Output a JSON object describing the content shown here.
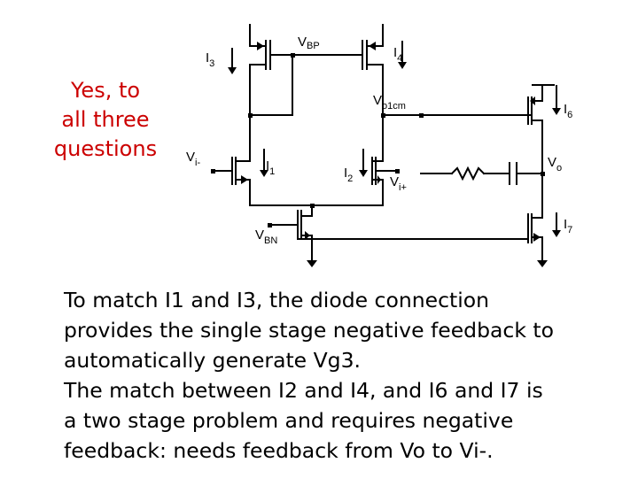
{
  "answer": {
    "text": "Yes, to\nall three\nquestions",
    "color": "#cc0000"
  },
  "labels": {
    "vbp": {
      "main": "V",
      "sub": "BP"
    },
    "i3": {
      "main": "I",
      "sub": "3"
    },
    "i4": {
      "main": "I",
      "sub": "4"
    },
    "vo1cm": {
      "main": "V",
      "sub": "o1cm"
    },
    "i6": {
      "main": "I",
      "sub": "6"
    },
    "vi_minus": {
      "main": "V",
      "sub": "i-"
    },
    "i1": {
      "main": "I",
      "sub": "1"
    },
    "i2": {
      "main": "I",
      "sub": "2"
    },
    "vi_plus": {
      "main": "V",
      "sub": "i+"
    },
    "vo": {
      "main": "V",
      "sub": "o"
    },
    "vbn": {
      "main": "V",
      "sub": "BN"
    },
    "i7": {
      "main": "I",
      "sub": "7"
    }
  },
  "explanation": {
    "lines": [
      "To match I1 and I3, the diode connection",
      "provides the single stage negative feedback to",
      "automatically generate Vg3.",
      "The match between I2 and I4, and I6 and I7 is",
      "a two stage problem and requires negative",
      "feedback: needs feedback from Vo to Vi-."
    ]
  }
}
